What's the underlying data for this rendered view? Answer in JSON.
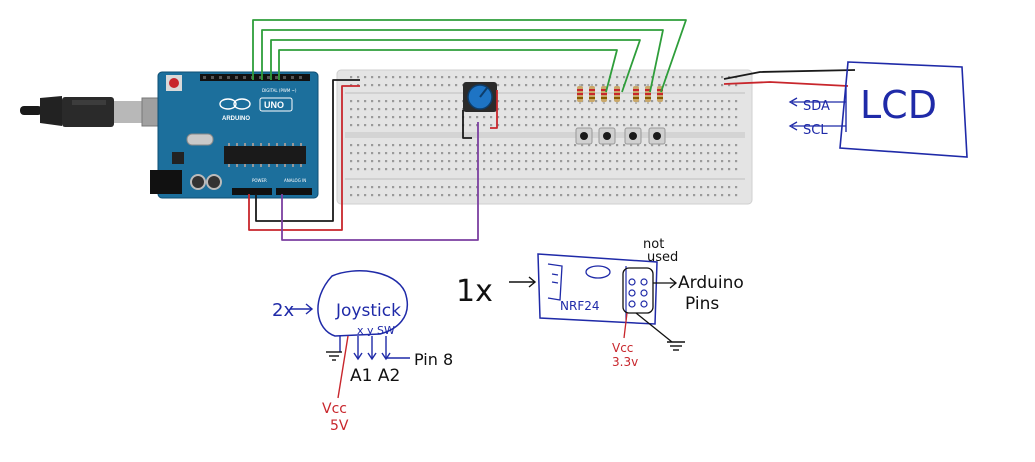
{
  "colors": {
    "wire_green": "#2e9e3a",
    "wire_red": "#c8262c",
    "wire_black": "#1a1a1a",
    "wire_purple": "#7b3fa0",
    "ink_blue": "#1f2aa8",
    "ink_red": "#c8262c",
    "ink_black": "#111111",
    "board_blue": "#1c6f9c",
    "breadboard": "#e4e4e4"
  },
  "arduino": {
    "brand": "ARDUINO",
    "model": "UNO",
    "digital_label": "DIGITAL (PWM ~)",
    "power_label": "POWER",
    "analog_label": "ANALOG IN"
  },
  "lcd": {
    "label": "LCD",
    "pin_sda": "SDA",
    "pin_scl": "SCL"
  },
  "joystick": {
    "quantity": "2x",
    "label": "Joystick",
    "pins": "x  y  SW",
    "analog_pins": "A1 A2",
    "digital_pin": "Pin 8",
    "power": "Vcc",
    "voltage": "5V"
  },
  "nrf": {
    "quantity": "1x",
    "label": "NRF24",
    "note_line1": "not",
    "note_line2": "used",
    "target_line1": "Arduino",
    "target_line2": "Pins",
    "power": "Vcc",
    "voltage": "3.3v"
  }
}
